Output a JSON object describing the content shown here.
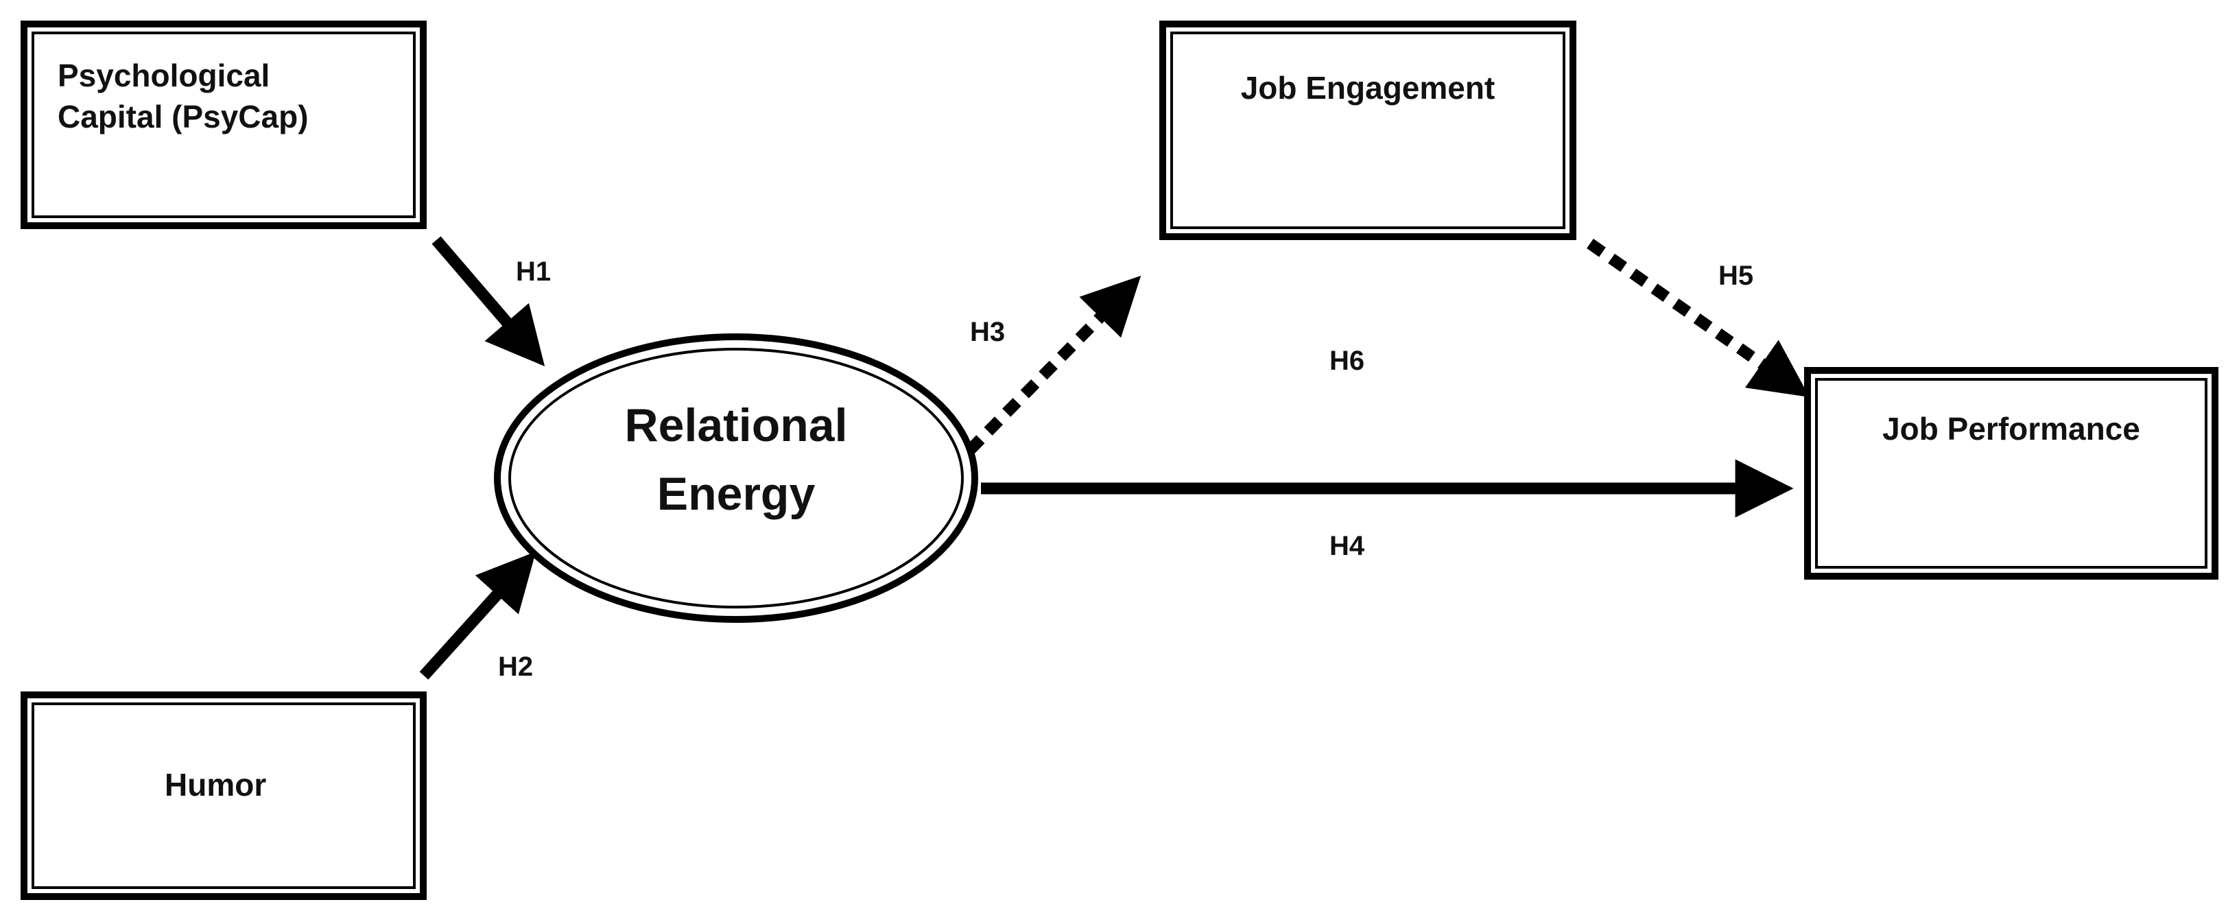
{
  "diagram": {
    "nodes": {
      "psycap": {
        "label": "Psychological\nCapital (PsyCap)"
      },
      "humor": {
        "label": "Humor"
      },
      "relational_energy": {
        "label": "Relational\nEnergy"
      },
      "job_engagement": {
        "label": "Job Engagement"
      },
      "job_performance": {
        "label": "Job Performance"
      }
    },
    "hypotheses": {
      "h1": "H1",
      "h2": "H2",
      "h3": "H3",
      "h4": "H4",
      "h5": "H5",
      "h6": "H6"
    },
    "edges": [
      {
        "from": "psycap",
        "to": "relational_energy",
        "label": "H1",
        "style": "solid"
      },
      {
        "from": "humor",
        "to": "relational_energy",
        "label": "H2",
        "style": "solid"
      },
      {
        "from": "relational_energy",
        "to": "job_engagement",
        "label": "H3",
        "style": "dotted"
      },
      {
        "from": "relational_energy",
        "to": "job_performance",
        "label": "H4",
        "style": "solid"
      },
      {
        "from": "job_engagement",
        "to": "job_performance",
        "label": "H5",
        "style": "dotted"
      }
    ]
  }
}
